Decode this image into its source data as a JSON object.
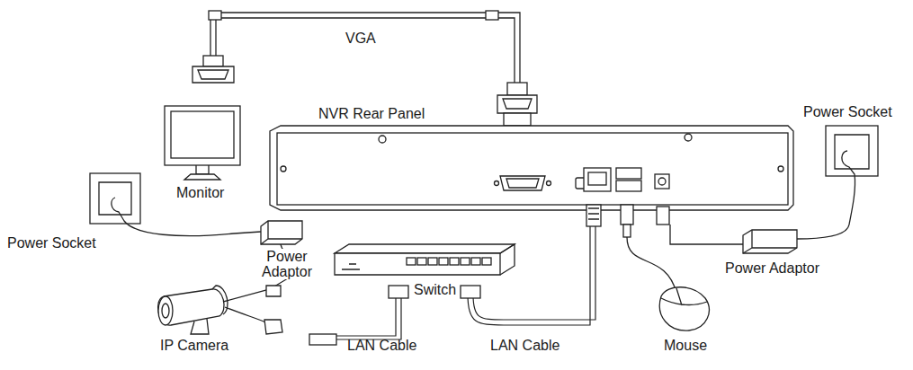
{
  "diagram": {
    "labels": [
      "VGA",
      "NVR Rear Panel",
      "Power Socket",
      "Monitor",
      "Power Socket",
      "Power Adaptor",
      "Switch",
      "Power Adaptor",
      "IP Camera",
      "LAN Cable",
      "LAN Cable",
      "Mouse"
    ]
  }
}
